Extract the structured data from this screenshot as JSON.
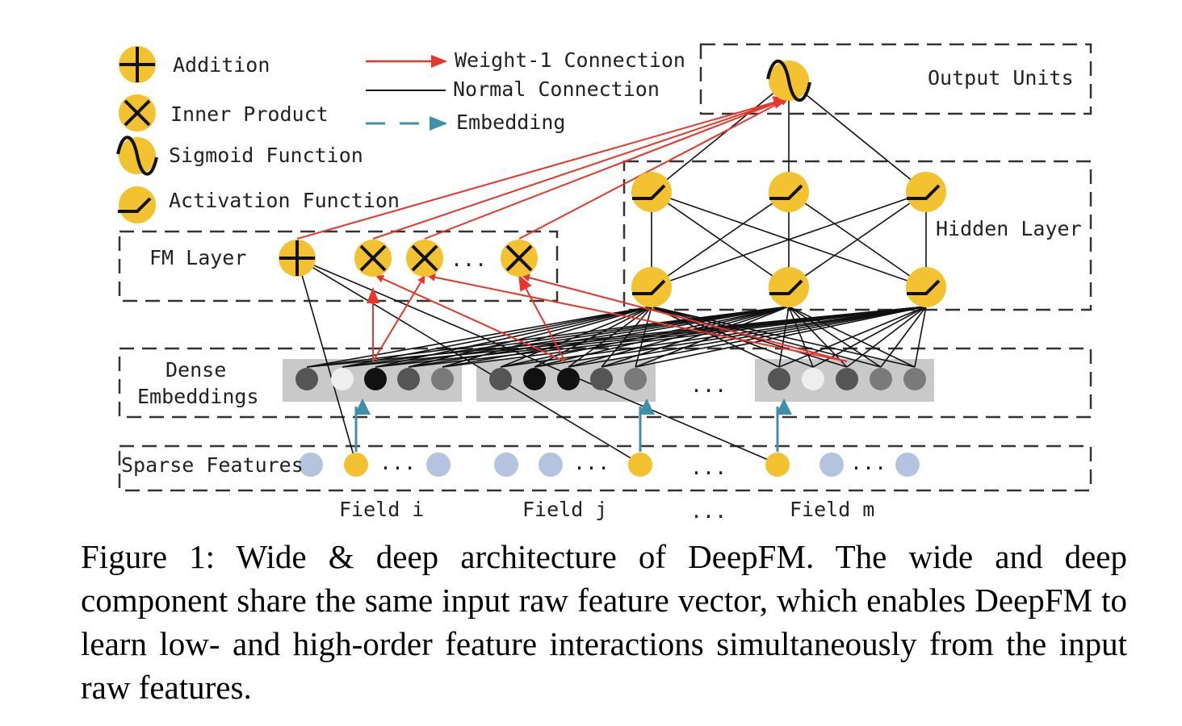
{
  "legend": {
    "addition": "Addition",
    "inner_product": "Inner Product",
    "sigmoid": "Sigmoid Function",
    "activation": "Activation Function",
    "weight1": "Weight-1 Connection",
    "normal": "Normal Connection",
    "embedding": "Embedding"
  },
  "labels": {
    "output_units": "Output Units",
    "hidden_layer": "Hidden Layer",
    "fm_layer": "FM Layer",
    "dense_line1": "Dense",
    "dense_line2": "Embeddings",
    "sparse_features": "Sparse Features",
    "field_i": "Field i",
    "field_j": "Field j",
    "field_m": "Field m",
    "ellipsis": "..."
  },
  "caption": {
    "figure_label": "Figure 1:",
    "text": "Wide & deep architecture of DeepFM. The wide and deep component share the same input raw feature vector, which enables DeepFM to learn low- and high-order feature interactions simultaneously from the input raw features."
  },
  "colors": {
    "node_yellow": "#f2c230",
    "weight1_red": "#e8362c",
    "embedding_teal": "#3f8fa8",
    "sparse_blue": "#b4c3de",
    "embed_bar_gray": "#c9c9c9",
    "line_black": "#111111"
  }
}
